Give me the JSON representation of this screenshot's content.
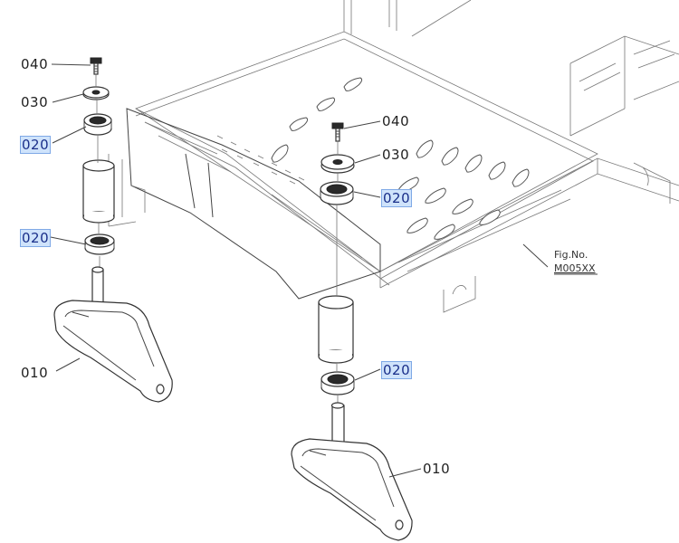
{
  "figure": {
    "label": "Fig.No.",
    "number": "M005XX"
  },
  "callouts": {
    "left": {
      "p040": "040",
      "p030": "030",
      "p020_upper": "020",
      "p020_lower": "020",
      "p010": "010"
    },
    "right": {
      "p040": "040",
      "p030": "030",
      "p020_upper": "020",
      "p020_lower": "020",
      "p010": "010"
    }
  },
  "colors": {
    "highlight_bg": "#cfe3fb",
    "highlight_border": "#7fa9e6",
    "highlight_text": "#1a2f8a",
    "line": "#333333"
  }
}
